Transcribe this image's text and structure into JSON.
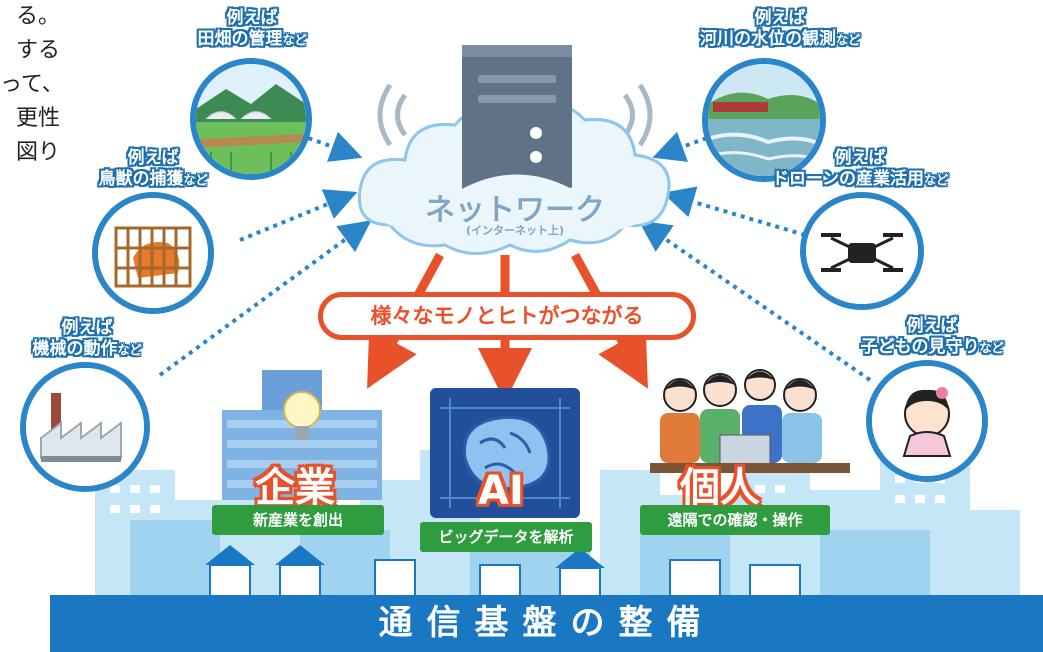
{
  "side_text": [
    "る。",
    "する",
    "って、",
    "更性",
    "図り"
  ],
  "cloud": {
    "title": "ネットワーク",
    "subtitle": "(インターネット上)"
  },
  "banner": "様々なモノとヒトがつながる",
  "examples": [
    {
      "id": "field",
      "prefix": "例えば",
      "main": "田畑の管理",
      "suffix": "など"
    },
    {
      "id": "animal",
      "prefix": "例えば",
      "main": "鳥獣の捕獲",
      "suffix": "など"
    },
    {
      "id": "machine",
      "prefix": "例えば",
      "main": "機械の動作",
      "suffix": "など"
    },
    {
      "id": "river",
      "prefix": "例えば",
      "main": "河川の水位の観測",
      "suffix": "など"
    },
    {
      "id": "drone",
      "prefix": "例えば",
      "main": "ドローンの産業活用",
      "suffix": "など"
    },
    {
      "id": "child",
      "prefix": "例えば",
      "main": "子どもの見守り",
      "suffix": "など"
    }
  ],
  "targets": [
    {
      "id": "company",
      "title": "企業",
      "desc": "新産業を創出"
    },
    {
      "id": "ai",
      "title": "AI",
      "desc": "ビッグデータを解析"
    },
    {
      "id": "person",
      "title": "個人",
      "desc": "遠隔での確認・操作"
    }
  ],
  "footer": "通信基盤の整備",
  "colors": {
    "blue": "#1a78c2",
    "orange": "#e8512a",
    "green": "#2e9c3f",
    "ring": "#2a86c8",
    "city": "#bfe4f6"
  }
}
